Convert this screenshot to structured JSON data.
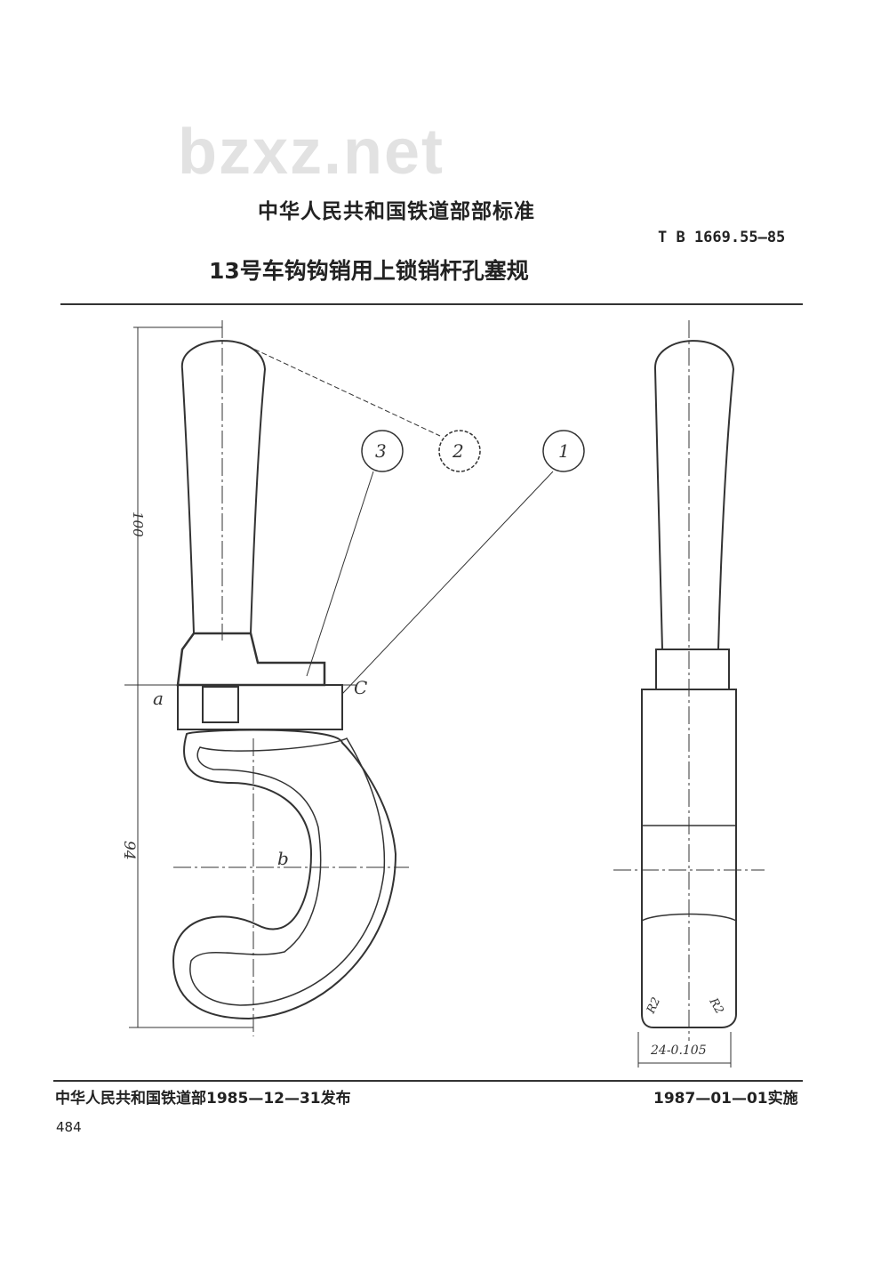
{
  "watermark": "bzxz.net",
  "header": {
    "organization": "中华人民共和国铁道部部标准",
    "standard_code": "T B 1669.55—85",
    "title": "13号车钩钩销用上锁销杆孔塞规"
  },
  "drawing": {
    "balloons": [
      "3",
      "2",
      "1"
    ],
    "labels": {
      "a": "a",
      "b": "b",
      "c": "C"
    },
    "dimensions": {
      "height_upper": "100",
      "height_lower": "94",
      "width": "24-0.105",
      "radius_left": "R2",
      "radius_right": "R2"
    }
  },
  "footer": {
    "issued": "中华人民共和国铁道部1985—12—31发布",
    "effective": "1987—01—01实施",
    "page_number": "484"
  }
}
